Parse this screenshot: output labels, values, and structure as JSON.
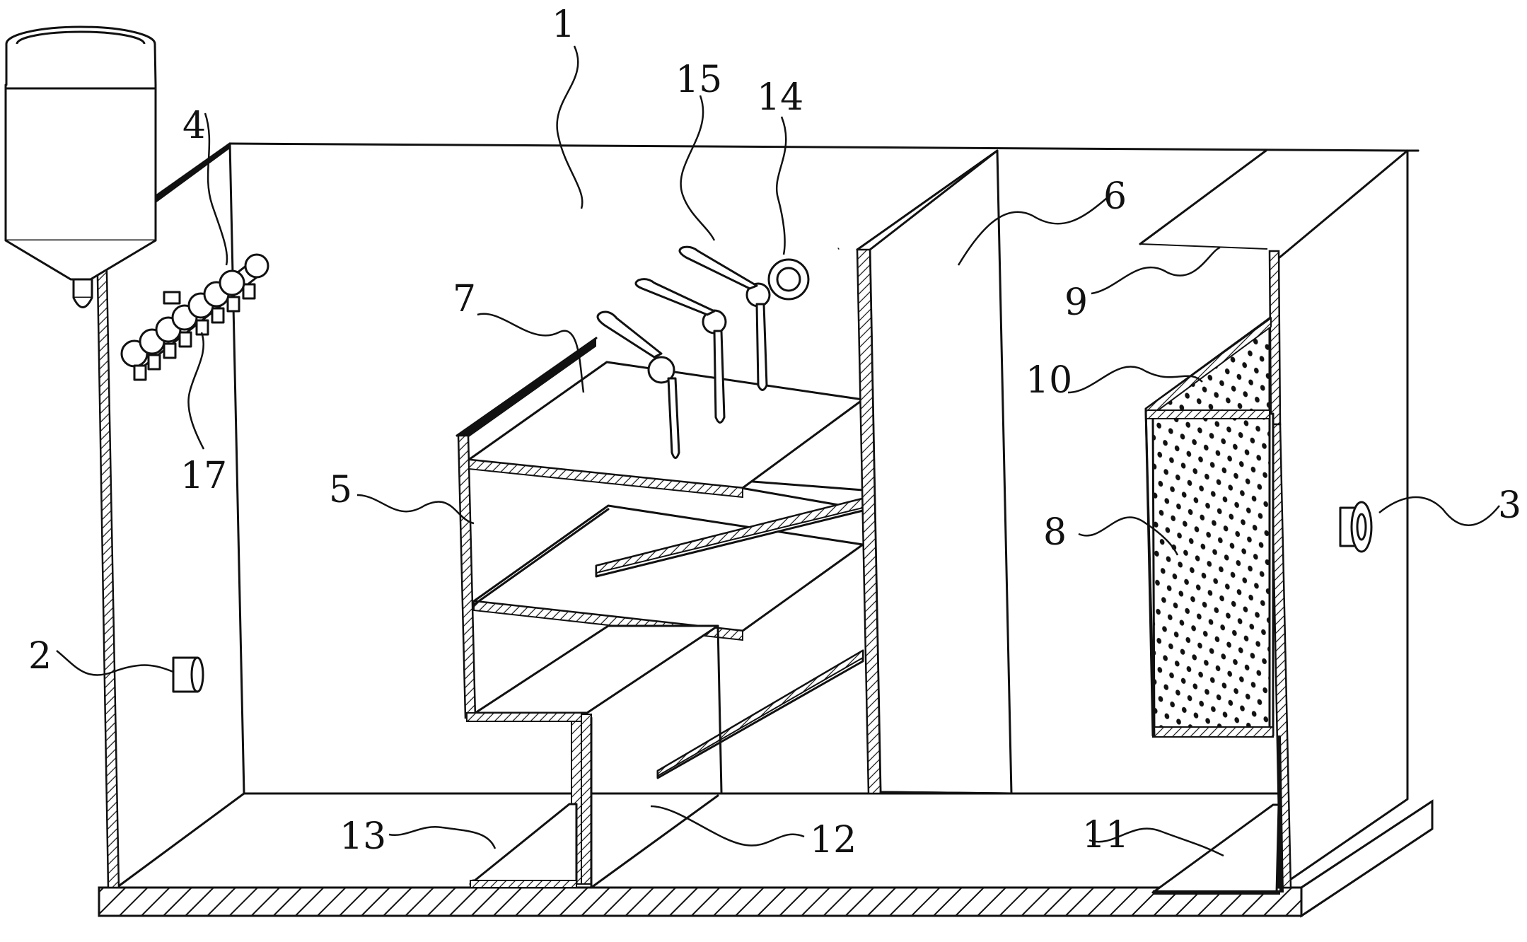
{
  "colors": {
    "line": "#111111",
    "background": "#ffffff"
  },
  "labels": [
    {
      "id": "1",
      "text": "1"
    },
    {
      "id": "2",
      "text": "2"
    },
    {
      "id": "3",
      "text": "3"
    },
    {
      "id": "4",
      "text": "4"
    },
    {
      "id": "5",
      "text": "5"
    },
    {
      "id": "6",
      "text": "6"
    },
    {
      "id": "7",
      "text": "7"
    },
    {
      "id": "8",
      "text": "8"
    },
    {
      "id": "9",
      "text": "9"
    },
    {
      "id": "10",
      "text": "10"
    },
    {
      "id": "11",
      "text": "11"
    },
    {
      "id": "12",
      "text": "12"
    },
    {
      "id": "13",
      "text": "13"
    },
    {
      "id": "14",
      "text": "14"
    },
    {
      "id": "15",
      "text": "15"
    },
    {
      "id": "17",
      "text": "17"
    }
  ]
}
